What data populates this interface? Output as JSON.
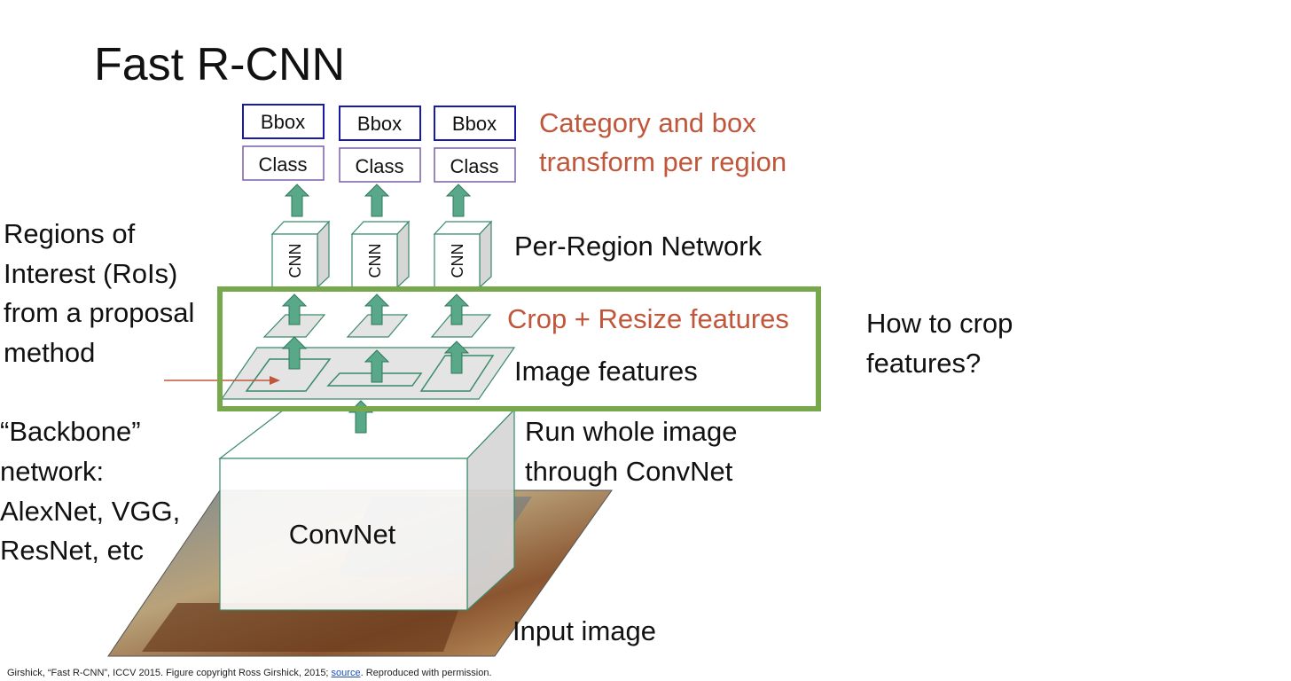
{
  "slide": {
    "title": "Fast R-CNN"
  },
  "diagram": {
    "bbox_label": "Bbox",
    "class_label": "Class",
    "cnn_label": "CNN",
    "convnet_label": "ConvNet",
    "outputs_label_line1": "Category and box",
    "outputs_label_line2": "transform per region",
    "per_region_label": "Per-Region Network",
    "crop_label": "Crop + Resize features",
    "image_features_label": "Image features",
    "run_label_line1": "Run whole image",
    "run_label_line2": "through ConvNet",
    "input_label": "Input image",
    "rois_line1": "Regions of",
    "rois_line2": "Interest (RoIs)",
    "rois_line3": "from a proposal",
    "rois_line4": "method",
    "backbone_line1": "“Backbone”",
    "backbone_line2": "network:",
    "backbone_line3": "AlexNet, VGG,",
    "backbone_line4": "ResNet, etc",
    "question_line1": "How to crop",
    "question_line2": "features?"
  },
  "colors": {
    "bbox_border": "#1a1aa6",
    "class_border": "#7b5ea8",
    "arrow": "#5aa88a",
    "highlight_frame": "#78a84c",
    "accent_text": "#c0563a"
  },
  "footer": {
    "citation": "Girshick, “Fast R-CNN”, ICCV 2015. Figure copyright Ross Girshick, 2015; ",
    "link_text": "source",
    "suffix": ". Reproduced with permission."
  }
}
